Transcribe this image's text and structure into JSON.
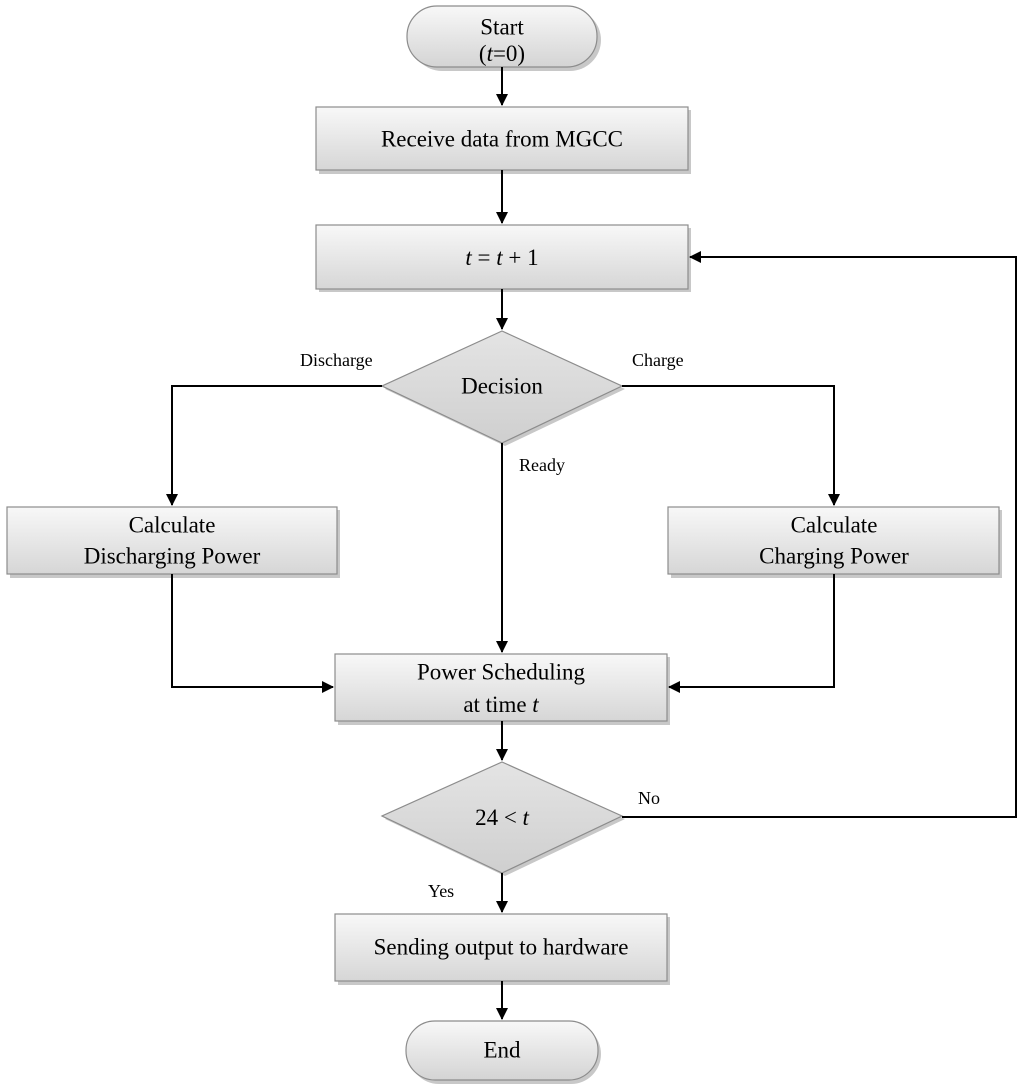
{
  "diagram": {
    "nodes": {
      "start": {
        "line1": "Start",
        "line2_pre": "(",
        "line2_var": "t",
        "line2_post": "=0)"
      },
      "receive": {
        "label": "Receive data from MGCC"
      },
      "increment": {
        "var1": "t",
        "mid": " = ",
        "var2": "t",
        "post": " + 1"
      },
      "decision": {
        "label": "Decision"
      },
      "calc_discharge": {
        "line1": "Calculate",
        "line2": "Discharging Power"
      },
      "calc_charge": {
        "line1": "Calculate",
        "line2": "Charging Power"
      },
      "scheduling": {
        "line1": "Power Scheduling",
        "line2_pre": "at time ",
        "line2_var": "t"
      },
      "check": {
        "pre": "24 < ",
        "var": "t"
      },
      "send_output": {
        "label": "Sending output to hardware"
      },
      "end": {
        "label": "End"
      }
    },
    "edge_labels": {
      "discharge": "Discharge",
      "charge": "Charge",
      "ready": "Ready",
      "no": "No",
      "yes": "Yes"
    },
    "colors": {
      "node_fill_light": "#f7f7f7",
      "node_fill_dark": "#d9d9d9",
      "node_stroke": "#8c8c8c",
      "shadow": "#c8c8c8",
      "arrow": "#000000"
    }
  }
}
